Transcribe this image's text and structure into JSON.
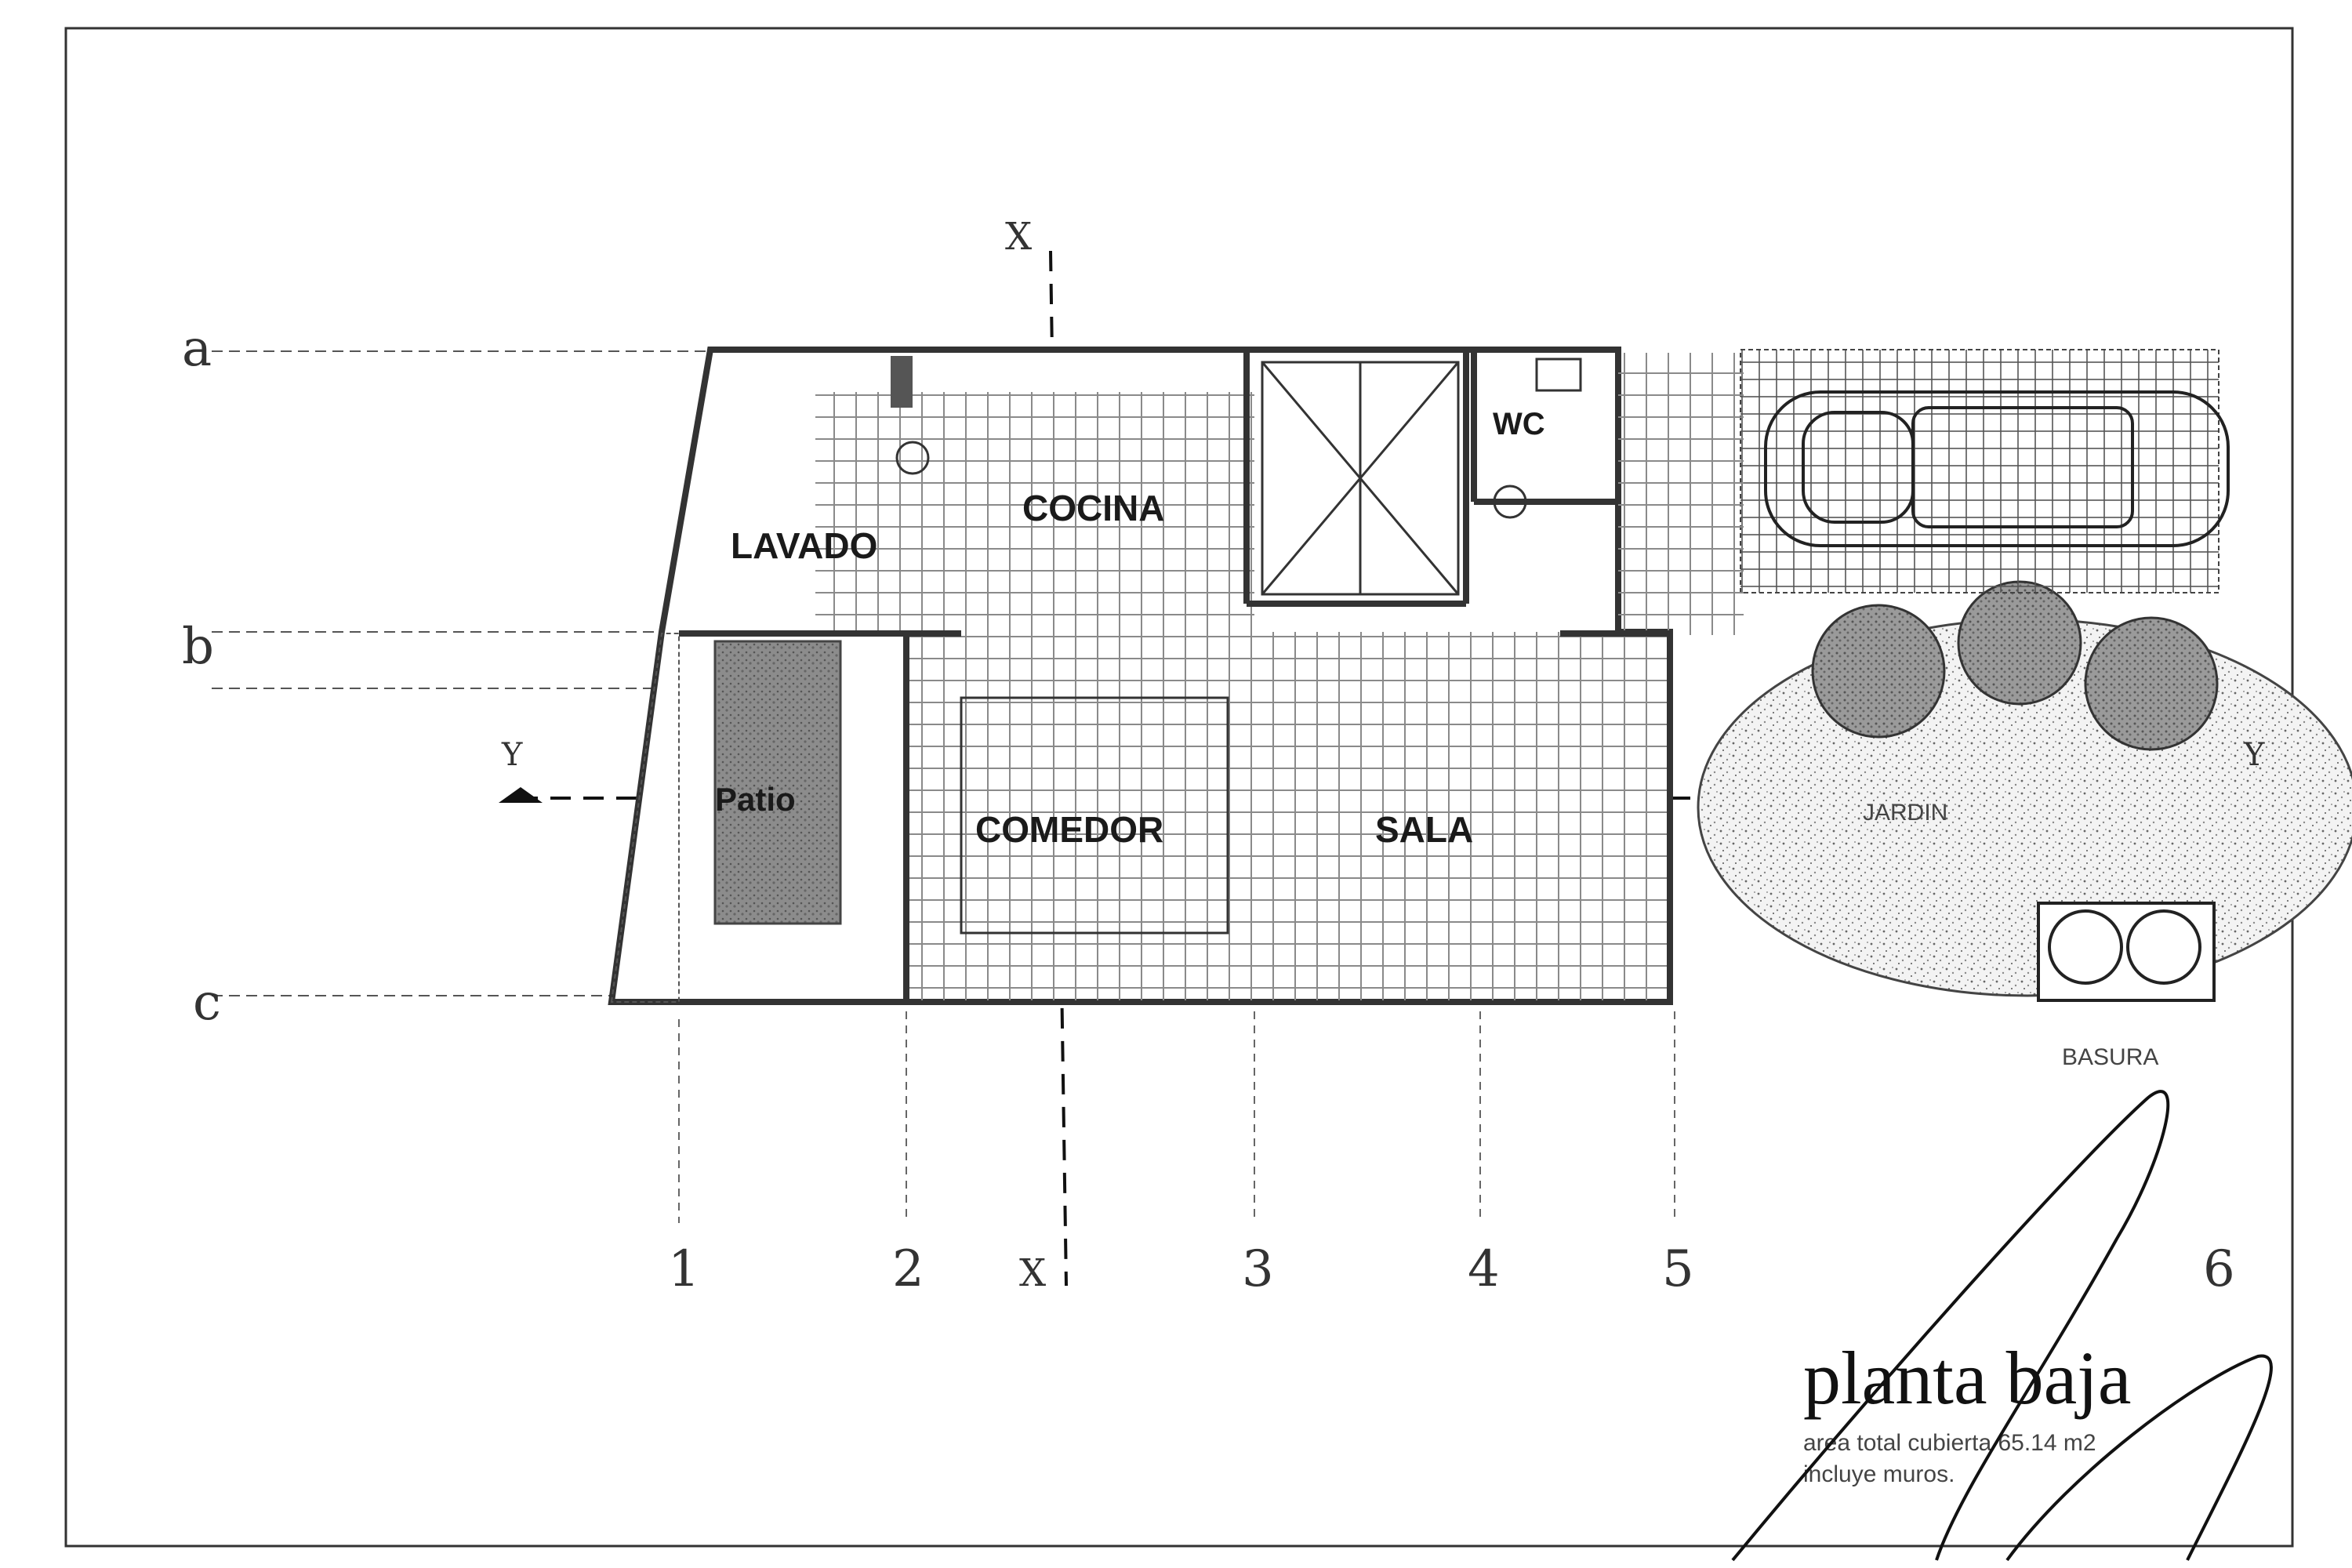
{
  "rooms": {
    "lavado": "LAVADO",
    "cocina": "COCINA",
    "wc": "WC",
    "patio": "Patio",
    "comedor": "COMEDOR",
    "sala": "SALA",
    "jardin": "JARDIN",
    "basura": "BASURA"
  },
  "grid_rows": [
    "a",
    "b",
    "c"
  ],
  "grid_cols": [
    "1",
    "2",
    "3",
    "4",
    "5",
    "6"
  ],
  "section_marks": {
    "x": "X",
    "y": "Y"
  },
  "title_block": {
    "title": "planta baja",
    "line1": "area total cubierta 65.14 m2",
    "line2": "incluye muros."
  },
  "colors": {
    "ink": "#1a1a1a",
    "grid": "#8a8a8a",
    "hatch": "#777777"
  }
}
